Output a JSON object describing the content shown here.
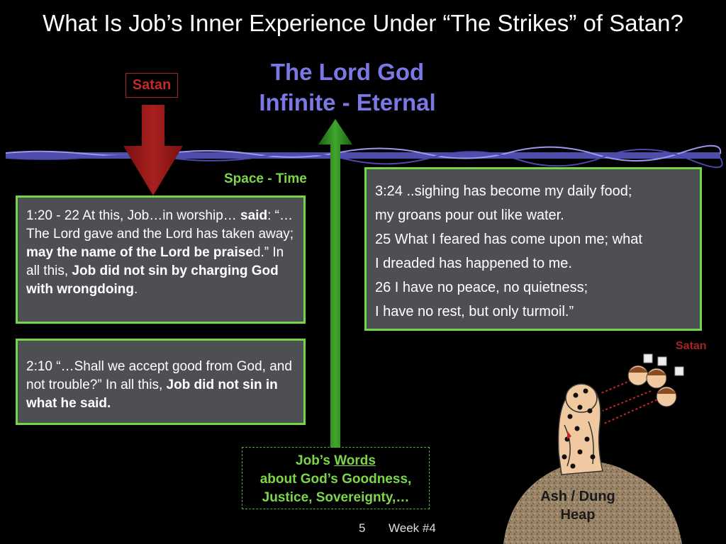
{
  "slide": {
    "title": "What Is Job’s Inner Experience Under “The Strikes” of Satan?",
    "heading": {
      "line1": "The Lord God",
      "line2": "Infinite - Eternal"
    },
    "satan_label": "Satan",
    "space_time_label": "Space - Time",
    "box1": {
      "t1": "1:20 - 22 At this, Job…in worship… ",
      "t2": "said",
      "t3": ": “…The Lord gave and the Lord has taken away; ",
      "t4": "may the name of the Lord be praise",
      "t5": "d.” In all this, ",
      "t6": "Job did not sin by charging God with wrongdoing",
      "t7": "."
    },
    "box2": {
      "t1": "2:10 “…Shall we accept good from God, and not trouble?” In all this, ",
      "t2": "Job did not sin in what he said."
    },
    "box3": {
      "lines": [
        "3:24 ..sighing has become my daily food;",
        "my groans pour out like water.",
        "25 What I feared has come upon me; what",
        "I dreaded has happened to me.",
        "26 I have no peace, no quietness;",
        "I have no rest, but only turmoil.”"
      ]
    },
    "words_box": {
      "l1a": "Job’s ",
      "l1b": "Words",
      "l2": "about God’s Goodness,",
      "l3": "Justice, Sovereignty,…"
    },
    "satan_small": "Satan",
    "heap_label": {
      "l1": "Ash / Dung",
      "l2": "Heap"
    },
    "footer": {
      "page": "5",
      "week": "Week #4"
    }
  },
  "colors": {
    "heading": "#7b78e6",
    "satan": "#a52424",
    "green_text": "#7cd64a",
    "box_border": "#72d648",
    "box_fill": "#4d4f52",
    "divider": "#6f6ee0"
  }
}
